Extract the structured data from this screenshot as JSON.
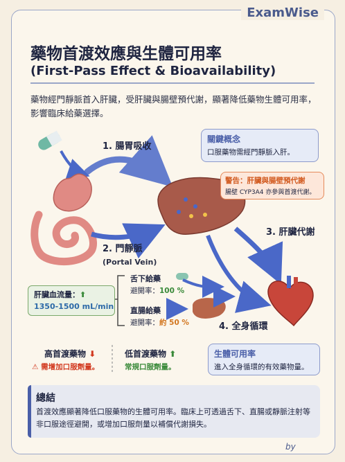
{
  "brand": "ExamWise",
  "title": "藥物首渡效應與生體可用率",
  "subtitle": "(First-Pass Effect & Bioavailability)",
  "intro": "藥物經門靜脈首入肝臟，受肝臟與腸壁預代謝，顯著降低藥物生體可用率，影響臨床給藥選擇。",
  "steps": {
    "step1": "1. 腸胃吸收",
    "step2": "2. 門靜脈",
    "step2_en": "(Portal Vein)",
    "step3": "3. 肝臟代謝",
    "step4": "4. 全身循環"
  },
  "key_concept": {
    "title": "關鍵概念",
    "text": "口服藥物需經門靜脈入肝。"
  },
  "warning": {
    "title": "警告：肝臟與腸壁預代謝",
    "text": "腸壁 CYP3A4 亦參與首渡代謝。"
  },
  "blood_flow": {
    "label": "肝臟血流量：",
    "arrow": "⬆",
    "value": "1350-1500 mL/min"
  },
  "routes": {
    "sublingual": {
      "title": "舌下給藥",
      "label": "避開率：",
      "value": "100 %"
    },
    "rectal": {
      "title": "直腸給藥",
      "label": "避開率：",
      "value": "約 50 %"
    }
  },
  "compare": {
    "high": {
      "title": "高首渡藥物",
      "arrow": "⬇",
      "note": "需增加口服劑量。",
      "warn_icon": "⚠"
    },
    "low": {
      "title": "低首渡藥物",
      "arrow": "⬆",
      "note": "常規口服劑量。"
    }
  },
  "bioavailability": {
    "title": "生體可用率",
    "text": "進入全身循環的有效藥物量。"
  },
  "summary": {
    "title": "總結",
    "text": "首渡效應顯著降低口服藥物的生體可用率。臨床上可透過舌下、直腸或靜脈注射等非口服途徑避開，或增加口服劑量以補償代謝損失。"
  },
  "byline": "by",
  "icons": [
    "capsule-icon",
    "stomach-icon",
    "intestine-icon",
    "liver-icon",
    "heart-icon",
    "arrow-icon",
    "warning-icon"
  ],
  "colors": {
    "accent": "#4a5fa8",
    "warning": "#d25a1f",
    "green": "#3a8a3a",
    "red": "#d2391f"
  }
}
